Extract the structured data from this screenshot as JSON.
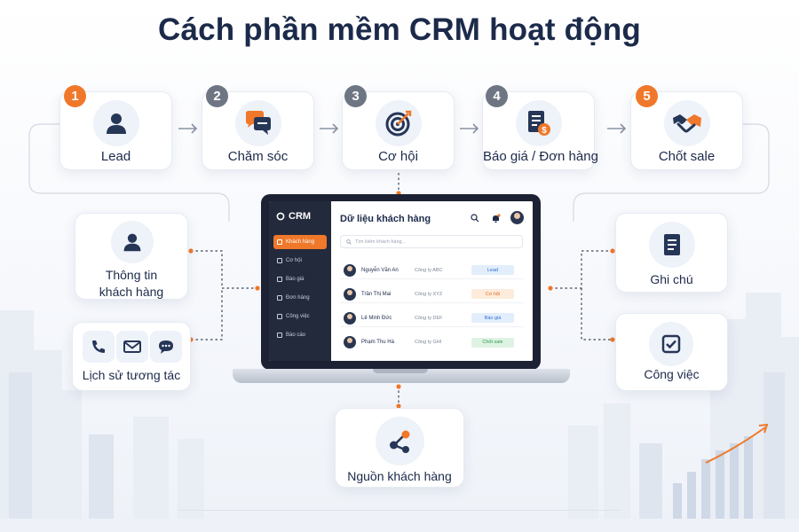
{
  "title": "Cách phần mềm CRM hoạt động",
  "steps": [
    {
      "number": "1",
      "label": "Lead",
      "icon": "user-icon"
    },
    {
      "number": "2",
      "label": "Chăm sóc",
      "icon": "chat-bubbles-icon"
    },
    {
      "number": "3",
      "label": "Cơ hội",
      "icon": "target-icon"
    },
    {
      "number": "4",
      "label": "Báo giá / Đơn hàng",
      "icon": "invoice-dollar-icon"
    },
    {
      "number": "5",
      "label": "Chốt sale",
      "icon": "handshake-icon"
    }
  ],
  "left_cards": {
    "customer_info": "Thông tin khách hàng",
    "interaction_history": "Lịch sử tương tác"
  },
  "right_cards": {
    "notes": "Ghi chú",
    "tasks": "Công việc"
  },
  "bottom_card": "Nguồn khách hàng",
  "crm_app": {
    "logo": "CRM",
    "nav": [
      {
        "label": "Khách hàng",
        "active": true
      },
      {
        "label": "Cơ hội",
        "active": false
      },
      {
        "label": "Báo giá",
        "active": false
      },
      {
        "label": "Đơn hàng",
        "active": false
      },
      {
        "label": "Công việc",
        "active": false
      },
      {
        "label": "Báo cáo",
        "active": false
      }
    ],
    "page_title": "Dữ liệu khách hàng",
    "search_placeholder": "Tìm kiếm khách hàng...",
    "rows": [
      {
        "name": "Nguyễn Văn An",
        "company": "Công ty ABC",
        "status": "Lead"
      },
      {
        "name": "Trần Thị Mai",
        "company": "Công ty XYZ",
        "status": "Cơ hội"
      },
      {
        "name": "Lê Minh Đức",
        "company": "Công ty DEF",
        "status": "Báo giá"
      },
      {
        "name": "Phạm Thu Hà",
        "company": "Công ty GHI",
        "status": "Chốt sale"
      }
    ],
    "status_colors": {
      "Lead": {
        "bg": "#e3eefc",
        "fg": "#2f6fd6"
      },
      "Cơ hội": {
        "bg": "#fdebdc",
        "fg": "#e06a1c"
      },
      "Báo giá": {
        "bg": "#e3eefc",
        "fg": "#2f6fd6"
      },
      "Chốt sale": {
        "bg": "#dff3e4",
        "fg": "#2e9a4c"
      }
    }
  },
  "colors": {
    "accent": "#f0782a",
    "navy": "#1c2a4a",
    "badge_gray": "#6e7684"
  }
}
